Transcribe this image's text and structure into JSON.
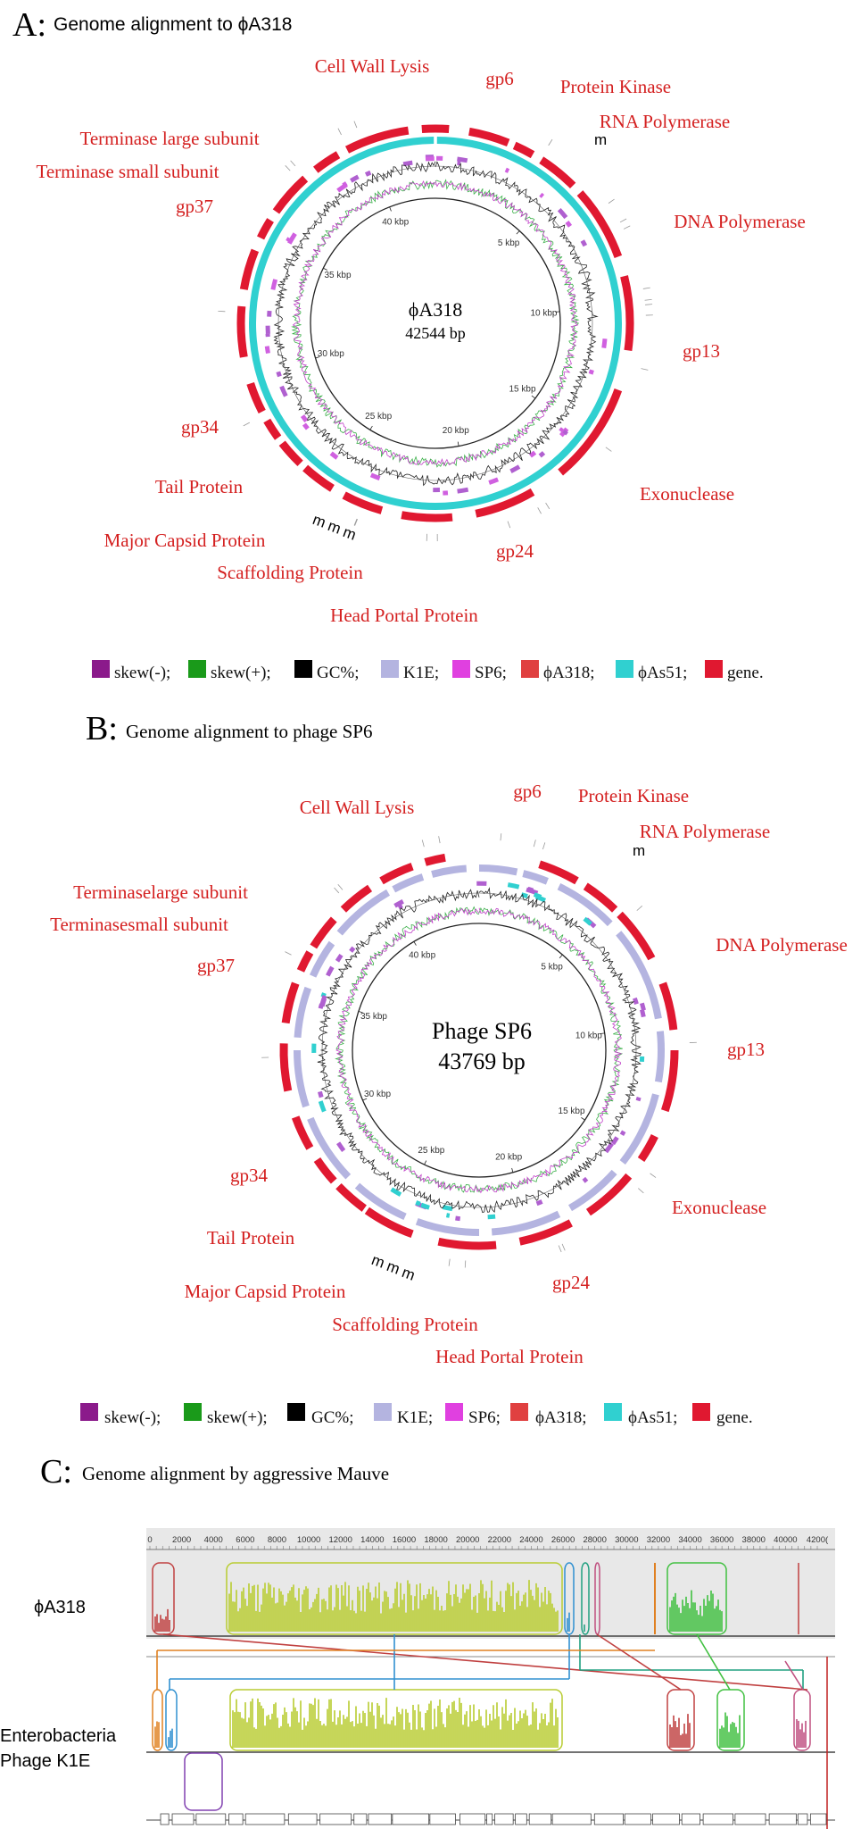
{
  "panelA": {
    "letter": "A:",
    "title": "Genome alignment to ϕA318",
    "center_name": "ϕA318",
    "center_size": "42544 bp",
    "kbp_ticks": [
      "5 kbp",
      "10 kbp",
      "15 kbp",
      "20 kbp",
      "25 kbp",
      "30 kbp",
      "35 kbp",
      "40 kbp"
    ],
    "labels": [
      {
        "text": "Cell Wall Lysis"
      },
      {
        "text": "gp6"
      },
      {
        "text": "Protein Kinase"
      },
      {
        "text": "RNA Polymerase"
      },
      {
        "text": "Terminase large subunit"
      },
      {
        "text": "Terminase small subunit"
      },
      {
        "text": "gp37"
      },
      {
        "text": "DNA Polymerase"
      },
      {
        "text": "gp13"
      },
      {
        "text": "gp34"
      },
      {
        "text": "Tail Protein"
      },
      {
        "text": "Exonuclease"
      },
      {
        "text": "Major Capsid Protein"
      },
      {
        "text": "gp24"
      },
      {
        "text": "Scaffolding Protein"
      },
      {
        "text": "Head Portal Protein"
      }
    ],
    "m_marks": [
      "m",
      "m",
      "m",
      "m"
    ]
  },
  "panelB": {
    "letter": "B:",
    "title": "Genome alignment to phage SP6",
    "center_name": "Phage SP6",
    "center_size": "43769 bp",
    "kbp_ticks": [
      "5 kbp",
      "10 kbp",
      "15 kbp",
      "20 kbp",
      "25 kbp",
      "30 kbp",
      "35 kbp",
      "40 kbp"
    ],
    "labels": [
      {
        "text": "Cell Wall Lysis"
      },
      {
        "text": "gp6"
      },
      {
        "text": "Protein Kinase"
      },
      {
        "text": "RNA Polymerase"
      },
      {
        "text": "Terminaselarge subunit"
      },
      {
        "text": "Terminasesmall subunit"
      },
      {
        "text": "gp37"
      },
      {
        "text": "DNA Polymerase"
      },
      {
        "text": "gp13"
      },
      {
        "text": "gp34"
      },
      {
        "text": "Exonuclease"
      },
      {
        "text": "Tail Protein"
      },
      {
        "text": "gp24"
      },
      {
        "text": "Major Capsid Protein"
      },
      {
        "text": "Scaffolding Protein"
      },
      {
        "text": "Head Portal Protein"
      }
    ],
    "m_marks": [
      "m",
      "m",
      "m",
      "m"
    ]
  },
  "legend": [
    {
      "label": "skew(-);",
      "color": "#8b1a8b"
    },
    {
      "label": "skew(+);",
      "color": "#1a9a1a"
    },
    {
      "label": "GC%;",
      "color": "#000000"
    },
    {
      "label": "K1E;",
      "color": "#b4b4e0"
    },
    {
      "label": "SP6;",
      "color": "#e040e0"
    },
    {
      "label": "ϕA318;",
      "color": "#e04040"
    },
    {
      "label": "ϕAs51;",
      "color": "#30d0d0"
    },
    {
      "label": "gene.",
      "color": "#e01830"
    }
  ],
  "panelC": {
    "letter": "C:",
    "title": "Genome alignment by aggressive Mauve",
    "ruler_ticks": [
      "0",
      "2000",
      "4000",
      "6000",
      "8000",
      "10000",
      "12000",
      "14000",
      "16000",
      "18000",
      "20000",
      "22000",
      "24000",
      "26000",
      "28000",
      "30000",
      "32000",
      "34000",
      "36000",
      "38000",
      "40000",
      "4200("
    ],
    "track1_name": "ϕA318",
    "track2_name_line1": "Enterobacteria",
    "track2_name_line2": "Phage K1E"
  },
  "colors": {
    "label_red": "#d42020",
    "gene_red": "#e01830",
    "phiAs51_cyan": "#30d0d0",
    "k1e_lavender": "#b4b4e0",
    "mauve_red": "#c04040",
    "mauve_yellowgreen": "#b8cc30",
    "mauve_blue": "#3090d0",
    "mauve_green": "#40c040",
    "mauve_orange": "#e08020",
    "mauve_purple": "#8040b0",
    "mauve_teal": "#20a080",
    "mauve_pink": "#c05080"
  }
}
